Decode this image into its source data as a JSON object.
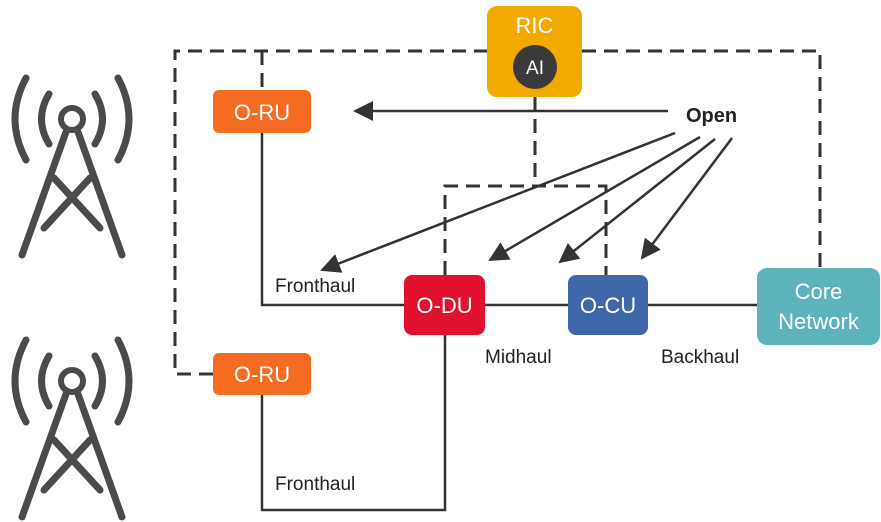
{
  "nodes": {
    "ric": {
      "label": "RIC",
      "color": "#F2A900"
    },
    "ai": {
      "label": "AI",
      "color": "#3a3a3a"
    },
    "oru_top": {
      "label": "O-RU",
      "color": "#F36C21"
    },
    "oru_bottom": {
      "label": "O-RU",
      "color": "#F36C21"
    },
    "odu": {
      "label": "O-DU",
      "color": "#E0102F"
    },
    "ocu": {
      "label": "O-CU",
      "color": "#3E66A8"
    },
    "core": {
      "label_line1": "Core",
      "label_line2": "Network",
      "color": "#5DB3BB"
    }
  },
  "links": {
    "fronthaul_top": "Fronthaul",
    "fronthaul_bottom": "Fronthaul",
    "midhaul": "Midhaul",
    "backhaul": "Backhaul"
  },
  "open_label": "Open",
  "icons": [
    "cell-tower-icon",
    "cell-tower-icon"
  ]
}
